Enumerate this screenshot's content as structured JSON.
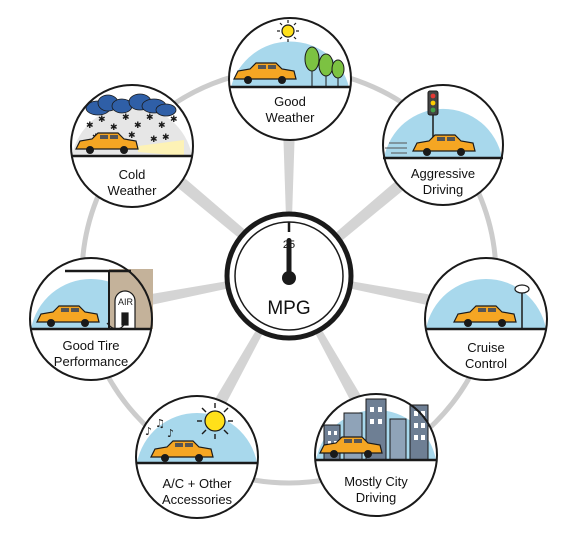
{
  "center": {
    "label": "MPG",
    "gauge_value": "25"
  },
  "factors": [
    {
      "id": "good-weather",
      "line1": "Good",
      "line2": "Weather"
    },
    {
      "id": "aggressive-driving",
      "line1": "Aggressive",
      "line2": "Driving"
    },
    {
      "id": "cruise-control",
      "line1": "Cruise",
      "line2": "Control"
    },
    {
      "id": "mostly-city-driving",
      "line1": "Mostly City",
      "line2": "Driving"
    },
    {
      "id": "ac-accessories",
      "line1": "A/C + Other",
      "line2": "Accessories"
    },
    {
      "id": "good-tire-performance",
      "line1": "Good Tire",
      "line2": "Performance"
    },
    {
      "id": "cold-weather",
      "line1": "Cold",
      "line2": "Weather"
    }
  ],
  "colors": {
    "car": "#f5a623",
    "sky": "#a8d8ec",
    "ring": "#cccccc",
    "spoke": "#d4d4d4",
    "outline": "#1a1a1a",
    "sun": "#ffe01a",
    "tree": "#7cc242",
    "building": "#6e7f94",
    "snow_sky": "#e6e6e6",
    "cloud": "#2f5fa7",
    "wall": "#c4b29a"
  },
  "icons": {
    "good-weather": [
      "car-icon",
      "sun-icon",
      "tree-icon"
    ],
    "aggressive-driving": [
      "car-icon",
      "traffic-light-icon"
    ],
    "cruise-control": [
      "car-icon",
      "speed-sign-icon"
    ],
    "mostly-city-driving": [
      "car-icon",
      "building-icon"
    ],
    "ac-accessories": [
      "car-icon",
      "sun-icon",
      "music-note-icon"
    ],
    "good-tire-performance": [
      "car-icon",
      "air-pump-icon"
    ],
    "cold-weather": [
      "car-icon",
      "cloud-icon",
      "snowflake-icon"
    ]
  }
}
